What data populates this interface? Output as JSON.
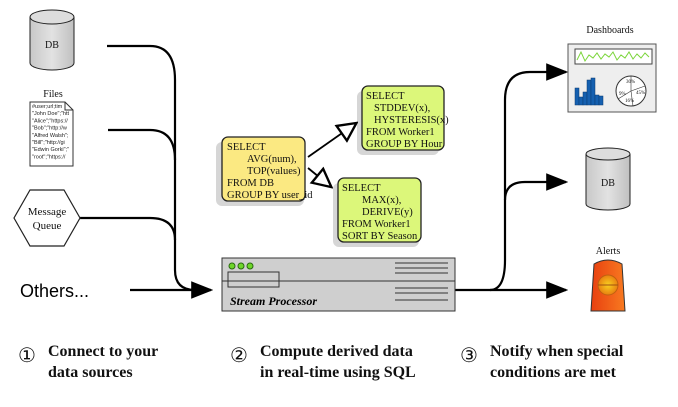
{
  "sources": {
    "db_label": "DB",
    "files_label": "Files",
    "file_lines": [
      "#user;url;tim",
      "\"John Doe\";\"htt",
      "\"Alice\";\"https://",
      "\"Bob\";\"http://w",
      "\"Alfred Walsh\";",
      "\"Bill\";\"http://gi",
      "\"Edwin Gorki\";\"",
      "\"root\";\"https://"
    ],
    "queue_line1": "Message",
    "queue_line2": "Queue",
    "others_label": "Others..."
  },
  "queries": {
    "main": [
      "SELECT",
      "AVG(num),",
      "TOP(values)",
      "FROM DB",
      "GROUP BY user_id"
    ],
    "upper": [
      "SELECT",
      "STDDEV(x),",
      "HYSTERESIS(x)",
      "FROM Worker1",
      "GROUP BY Hour"
    ],
    "lower": [
      "SELECT",
      "MAX(x),",
      "DERIVE(y)",
      "FROM Worker1",
      "SORT BY Season"
    ]
  },
  "processor": {
    "label": "Stream Processor"
  },
  "outputs": {
    "dashboards_label": "Dashboards",
    "pie_labels": [
      "30%",
      "45%",
      "16%",
      "9%"
    ],
    "db_label": "DB",
    "alerts_label": "Alerts"
  },
  "steps": [
    {
      "num": "①",
      "line1": "Connect to your",
      "line2": "data sources"
    },
    {
      "num": "②",
      "line1": "Compute derived data",
      "line2": "in real-time using SQL"
    },
    {
      "num": "③",
      "line1": "Notify when special",
      "line2": "conditions are met"
    }
  ],
  "colors": {
    "yellow": "#fbe982",
    "green": "#dcf77a",
    "gray": "#d6d6d6",
    "alert": "#f05a1e"
  }
}
